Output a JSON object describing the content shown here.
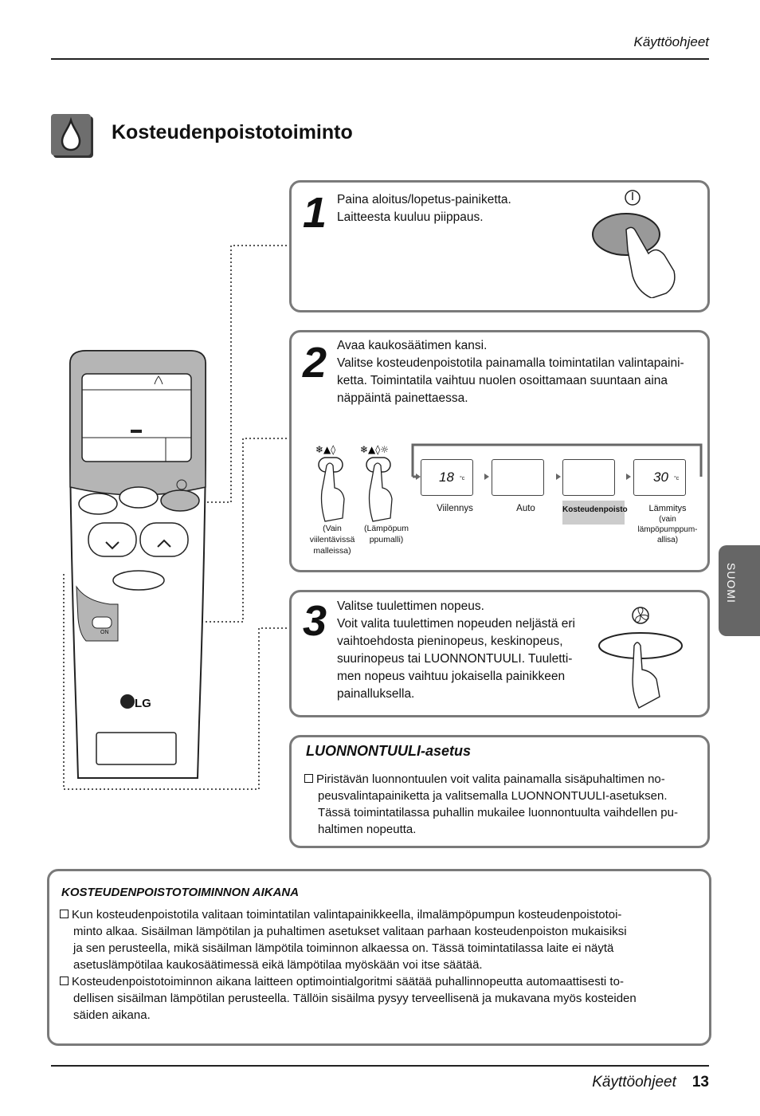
{
  "header": {
    "running_title": "Käyttöohjeet"
  },
  "title": "Kosteudenpoistotoiminto",
  "steps": [
    {
      "num": "1",
      "lines": [
        "Paina aloitus/lopetus-painiketta.",
        "Laitteesta kuuluu piippaus."
      ]
    },
    {
      "num": "2",
      "lines": [
        "Avaa kaukosäätimen kansi.",
        "Valitse kosteudenpoistotila painamalla toimintatilan valintapaini-",
        "ketta. Toimintatila vaihtuu nuolen osoittamaan suuntaan aina",
        "näppäintä painettaessa."
      ]
    },
    {
      "num": "3",
      "lines": [
        "Valitse tuulettimen nopeus.",
        "Voit valita tuulettimen nopeuden neljästä eri",
        "vaihtoehdosta pieninopeus, keskinopeus,",
        "suurinopeus tai LUONNONTUULI. Tuuletti-",
        "men nopeus vaihtuu jokaisella painikkeen",
        "painalluksella."
      ]
    }
  ],
  "modes": {
    "button_notes": [
      [
        "(Vain",
        "viilentävissä",
        "malleissa)"
      ],
      [
        "(Lämpöpum",
        "ppumalli)"
      ]
    ],
    "displays": [
      {
        "label": "Viilennys",
        "temp": "18",
        "unit": "°c"
      },
      {
        "label": "Auto",
        "temp": "",
        "unit": ""
      },
      {
        "label": "Kosteudenpoisto",
        "temp": "",
        "unit": ""
      },
      {
        "label": "Lämmitys\n(vain\nlämpöpumppum-\nallisa)",
        "temp": "30",
        "unit": "°c"
      }
    ],
    "heating_label_lines": [
      "Lämmitys",
      "(vain",
      "lämpöpumppum-",
      "allisa)"
    ]
  },
  "natural_wind": {
    "title": "LUONNONTUULI-asetus",
    "lines": [
      "Piristävän luonnontuulen voit valita painamalla sisäpuhaltimen no-",
      "peusvalintapainiketta ja valitsemalla LUONNONTUULI-asetuksen.",
      "Tässä toimintatilassa puhallin mukailee luonnontuulta vaihdellen pu-",
      "haltimen nopeutta."
    ]
  },
  "during": {
    "title": "KOSTEUDENPOISTOTOIMINNON AIKANA",
    "bullet1": [
      "Kun kosteudenpoistotila valitaan toimintatilan valintapainikkeella, ilmalämpöpumpun kosteudenpoistotoi-",
      "minto alkaa. Sisäilman lämpötilan ja puhaltimen asetukset valitaan parhaan kosteudenpoiston mukaisiksi",
      "ja sen perusteella, mikä sisäilman lämpötila toiminnon alkaessa on. Tässä toimintatilassa laite ei näytä",
      "asetuslämpötilaa kaukosäätimessä eikä lämpötilaa myöskään voi itse säätää."
    ],
    "bullet2": [
      "Kosteudenpoistotoiminnon aikana laitteen optimointialgoritmi säätää puhallinnopeutta automaattisesti to-",
      "dellisen sisäilman lämpötilan perusteella. Tällöin sisäilma pysyy terveellisenä ja mukavana myös kosteiden",
      "säiden aikana."
    ]
  },
  "remote": {
    "brand": "LG",
    "on_label": "ON"
  },
  "side_tab": "SUOMI",
  "footer": {
    "running_title": "Käyttöohjeet",
    "page": "13"
  }
}
